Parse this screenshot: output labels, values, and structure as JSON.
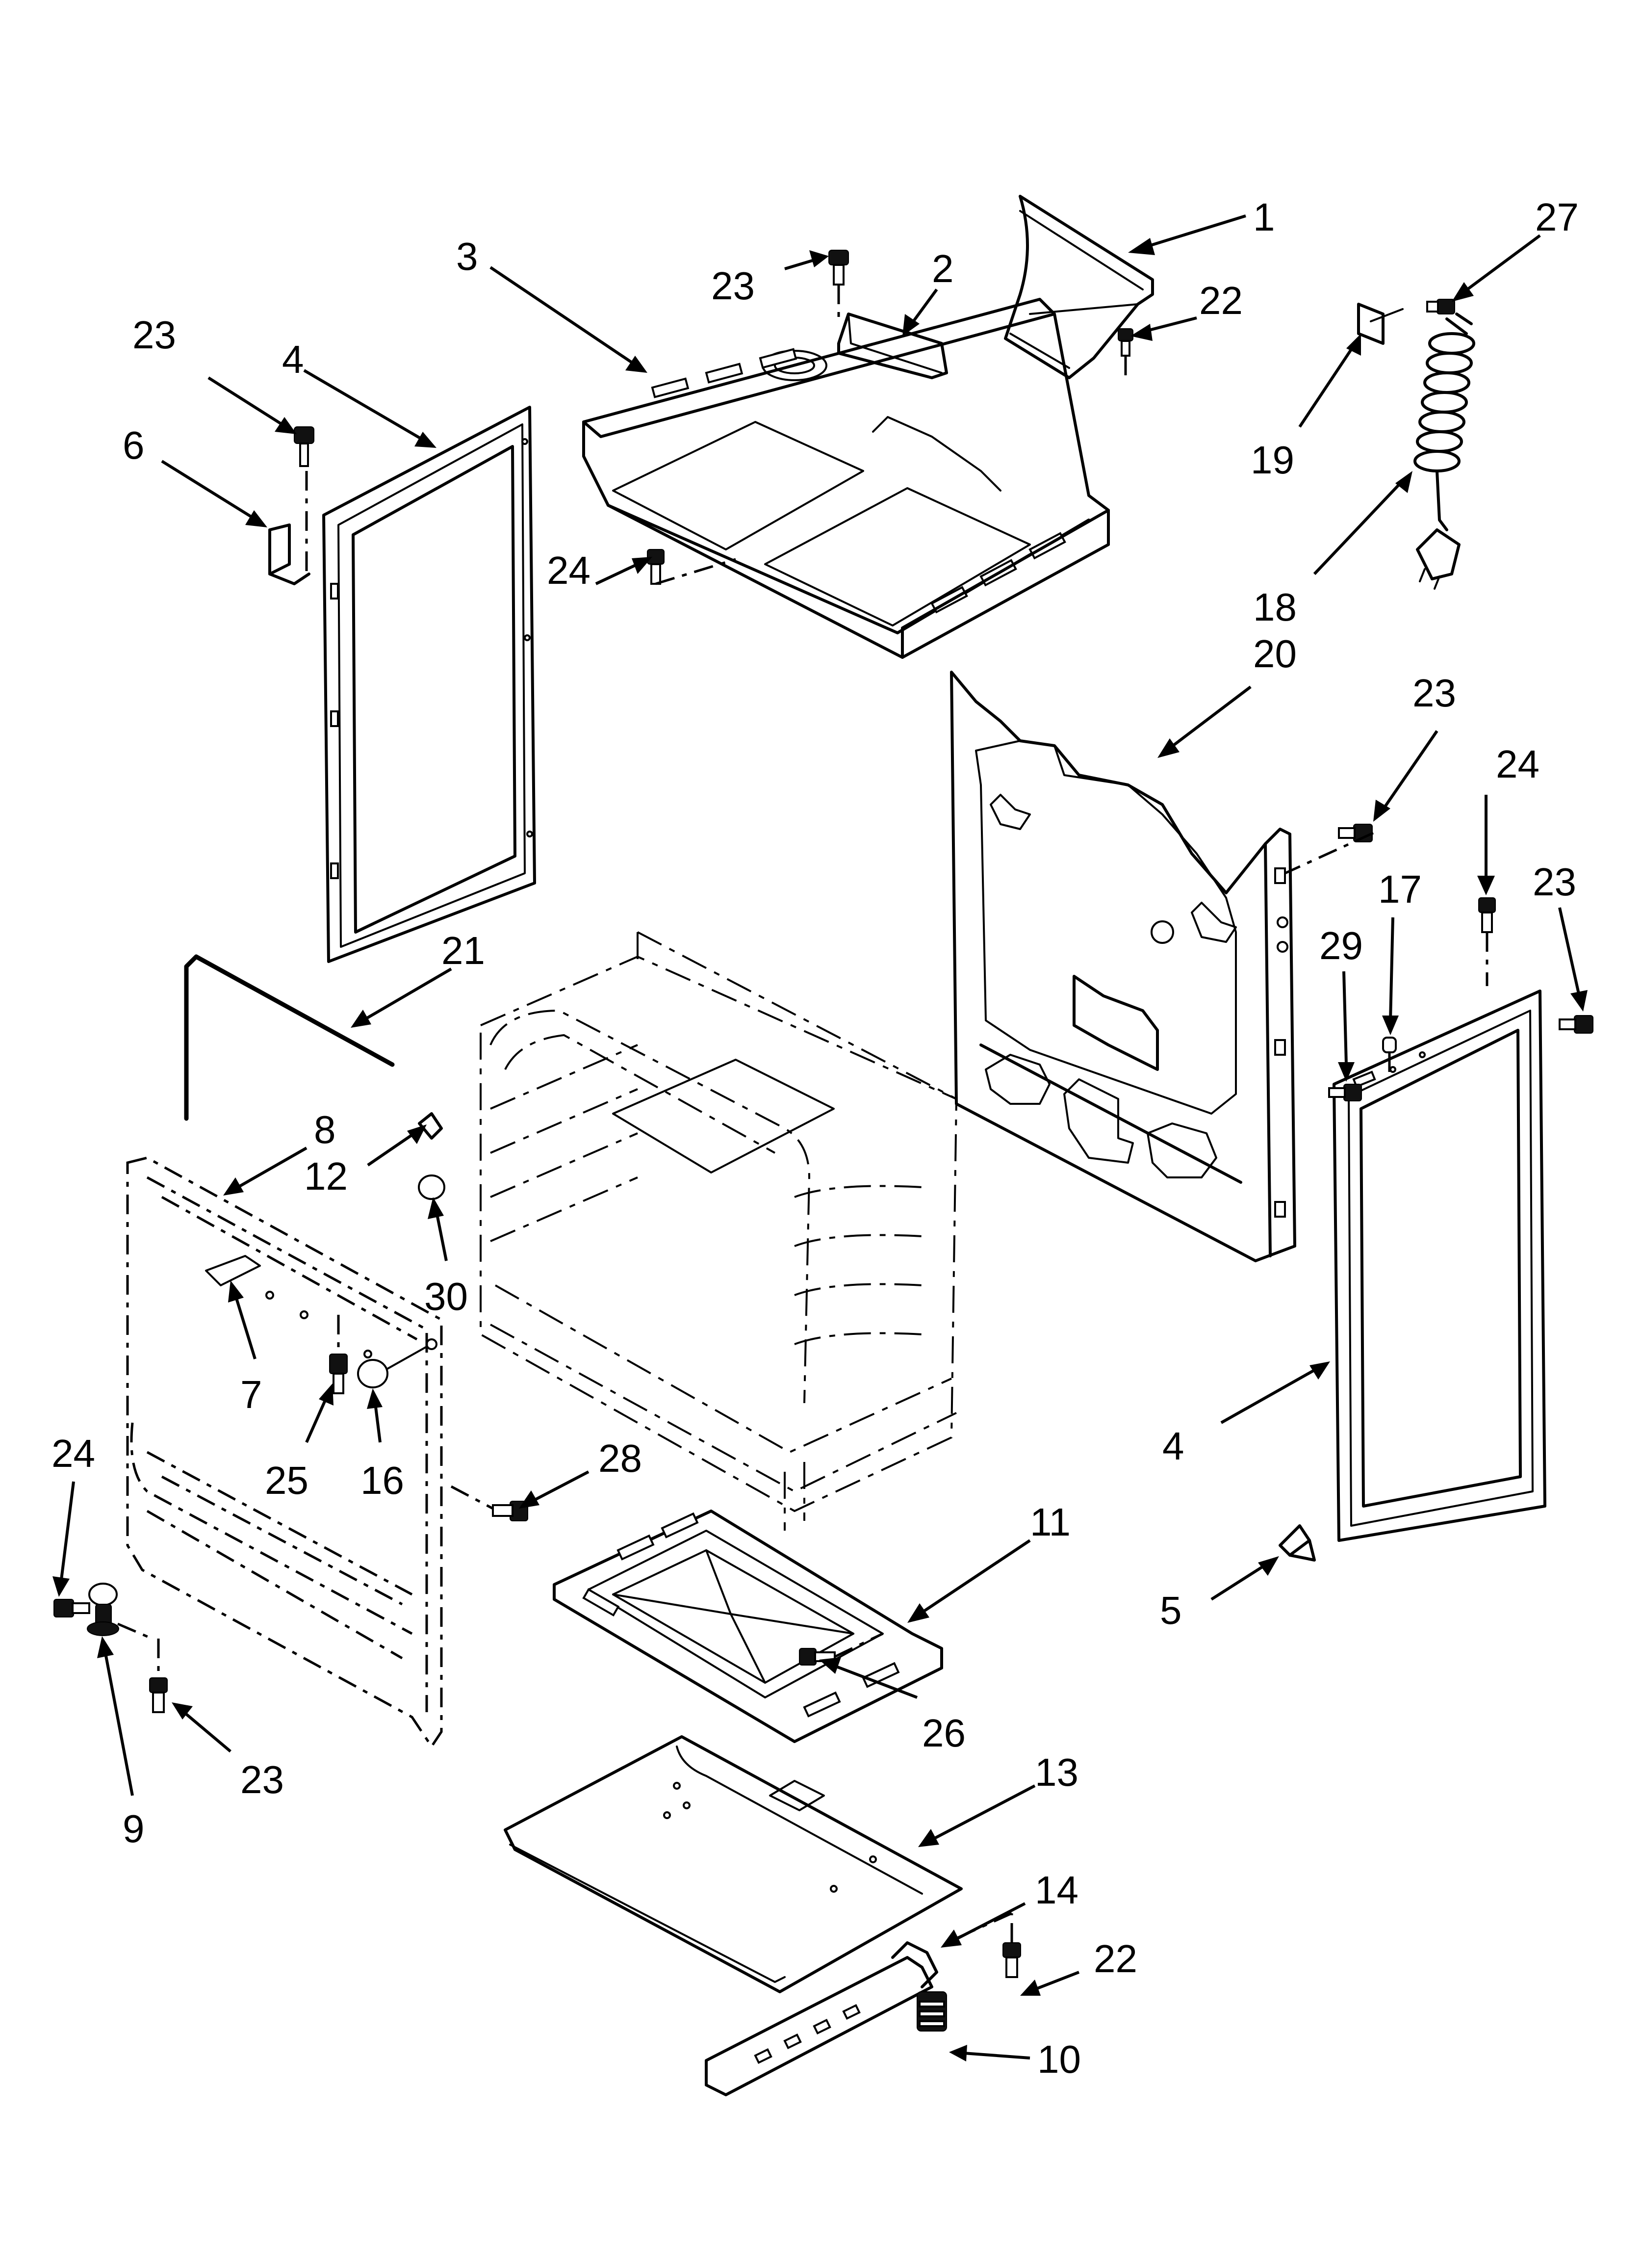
{
  "diagram": {
    "callouts": [
      {
        "id": "c1",
        "text": "1"
      },
      {
        "id": "c2",
        "text": "2"
      },
      {
        "id": "c3",
        "text": "3"
      },
      {
        "id": "c4a",
        "text": "4"
      },
      {
        "id": "c4b",
        "text": "4"
      },
      {
        "id": "c5",
        "text": "5"
      },
      {
        "id": "c6",
        "text": "6"
      },
      {
        "id": "c7",
        "text": "7"
      },
      {
        "id": "c8",
        "text": "8"
      },
      {
        "id": "c9",
        "text": "9"
      },
      {
        "id": "c10",
        "text": "10"
      },
      {
        "id": "c11",
        "text": "11"
      },
      {
        "id": "c12",
        "text": "12"
      },
      {
        "id": "c13",
        "text": "13"
      },
      {
        "id": "c14",
        "text": "14"
      },
      {
        "id": "c16",
        "text": "16"
      },
      {
        "id": "c17",
        "text": "17"
      },
      {
        "id": "c18",
        "text": "18"
      },
      {
        "id": "c19",
        "text": "19"
      },
      {
        "id": "c20",
        "text": "20"
      },
      {
        "id": "c21",
        "text": "21"
      },
      {
        "id": "c22a",
        "text": "22"
      },
      {
        "id": "c22b",
        "text": "22"
      },
      {
        "id": "c23a",
        "text": "23"
      },
      {
        "id": "c23b",
        "text": "23"
      },
      {
        "id": "c23c",
        "text": "23"
      },
      {
        "id": "c23d",
        "text": "23"
      },
      {
        "id": "c23e",
        "text": "23"
      },
      {
        "id": "c24a",
        "text": "24"
      },
      {
        "id": "c24b",
        "text": "24"
      },
      {
        "id": "c24c",
        "text": "24"
      },
      {
        "id": "c25",
        "text": "25"
      },
      {
        "id": "c26",
        "text": "26"
      },
      {
        "id": "c27",
        "text": "27"
      },
      {
        "id": "c28",
        "text": "28"
      },
      {
        "id": "c29",
        "text": "29"
      },
      {
        "id": "c30",
        "text": "30"
      }
    ]
  }
}
